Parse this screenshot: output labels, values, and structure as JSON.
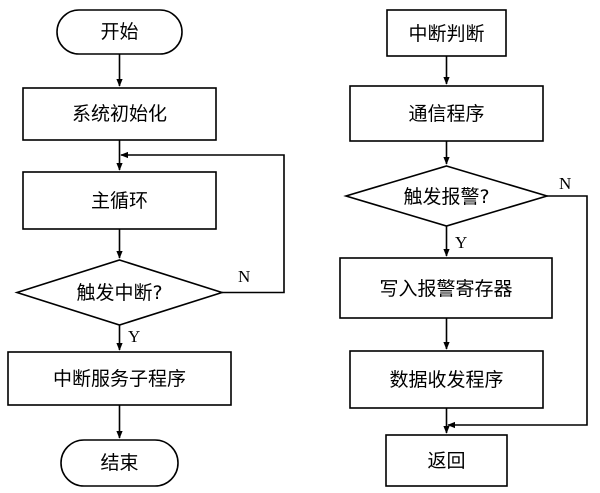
{
  "left_flow": {
    "start": "开始",
    "init": "系统初始化",
    "main_loop": "主循环",
    "decision": "触发中断?",
    "service": "中断服务子程序",
    "end": "结束",
    "yes_label": "Y",
    "no_label": "N"
  },
  "right_flow": {
    "interrupt_check": "中断判断",
    "comm": "通信程序",
    "decision": "触发报警?",
    "write_register": "写入报警寄存器",
    "data_io": "数据收发程序",
    "return": "返回",
    "yes_label": "Y",
    "no_label": "N"
  }
}
